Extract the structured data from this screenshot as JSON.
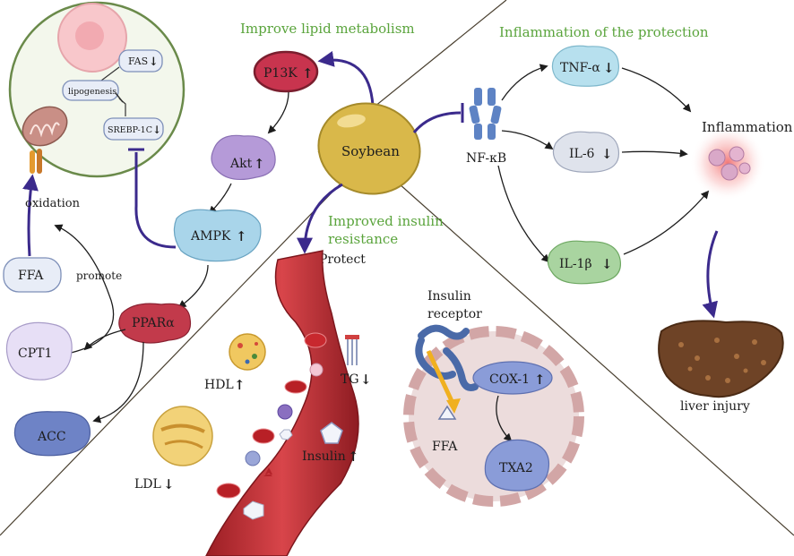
{
  "sections": {
    "lipid_title": "Improve lipid metabolism",
    "inflammation_title": "Inflammation of the protection",
    "insulin_title_line1": "Improved insulin",
    "insulin_title_line2": "resistance"
  },
  "center": {
    "soybean": "Soybean"
  },
  "lipid": {
    "fas": "FAS",
    "lipogenesis": "lipogenesis",
    "srebp": "SREBP-1C",
    "p13k": "P13K",
    "akt": "Akt",
    "ampk": "AMPK",
    "ppar": "PPARα",
    "oxidation": "oxidation",
    "ffa": "FFA",
    "promote": "promote",
    "cpt1": "CPT1",
    "acc": "ACC"
  },
  "inflammation": {
    "nfkb": "NF-κB",
    "tnf": "TNF-α",
    "il6": "IL-6",
    "il1b": "IL-1β",
    "inflammation_label": "Inflammation",
    "liver_injury": "liver injury"
  },
  "insulin": {
    "protect": "Protect",
    "hdl": "HDL",
    "tg": "TG",
    "ldl": "LDL",
    "insulin_label": "Insulin",
    "receptor_line1": "Insulin",
    "receptor_line2": "receptor",
    "cox1": "COX-1",
    "ffa": "FFA",
    "txa2": "TXA2"
  },
  "arrows": {
    "up": "↑",
    "down": "↓"
  },
  "colors": {
    "green_title": "#5aa43c",
    "arrow_purple": "#3b2a8c",
    "soybean": "#d9b84a",
    "p13k": "#c8344e",
    "akt": "#b59ad8",
    "ampk": "#a9d5ea",
    "ppar": "#c23a4b",
    "acc": "#6e83c6",
    "tnf": "#b7e0ee",
    "il6": "#dfe3ec",
    "il1b": "#a9d4a0",
    "vessel": "#c9343a"
  }
}
